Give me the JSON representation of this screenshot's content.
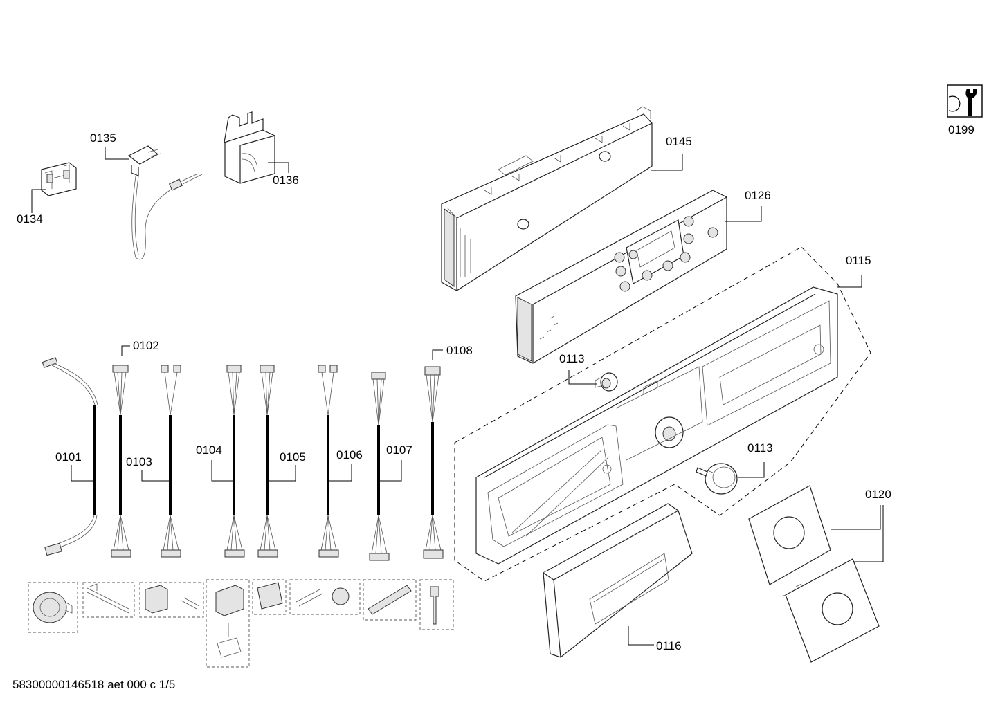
{
  "labels": {
    "p0101": "0101",
    "p0102": "0102",
    "p0103": "0103",
    "p0104": "0104",
    "p0105": "0105",
    "p0106": "0106",
    "p0107": "0107",
    "p0108": "0108",
    "p0113a": "0113",
    "p0113b": "0113",
    "p0115": "0115",
    "p0116": "0116",
    "p0120": "0120",
    "p0126": "0126",
    "p0134": "0134",
    "p0135": "0135",
    "p0136": "0136",
    "p0145": "0145",
    "p0199": "0199"
  },
  "footer": "58300000146518 aet 000 c 1/5",
  "icons": {
    "service": "wrench-icon"
  }
}
